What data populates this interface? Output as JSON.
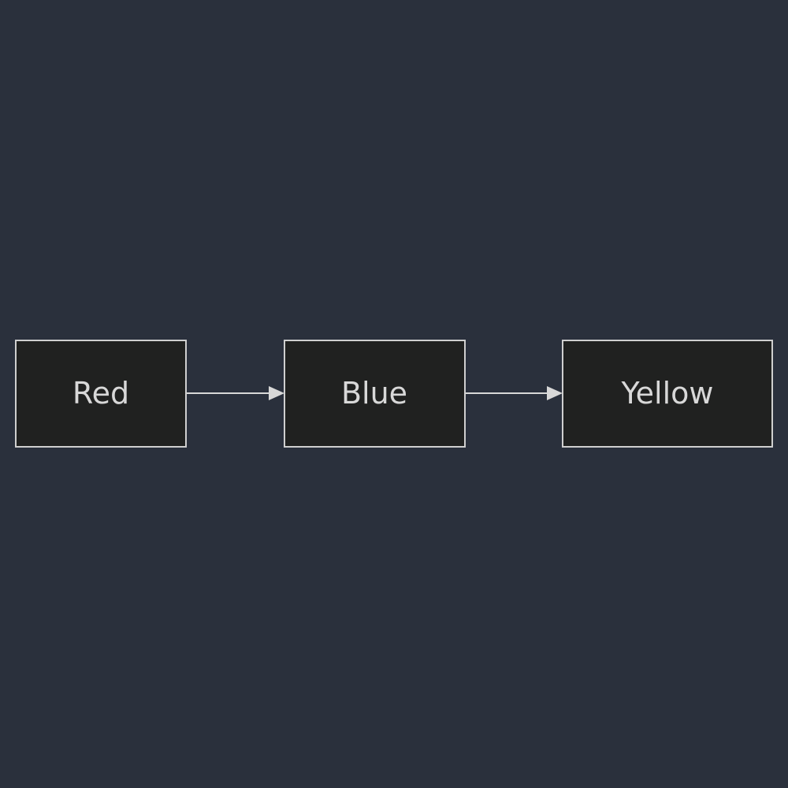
{
  "colors": {
    "background": "#2a303c",
    "node_fill": "#202120",
    "node_stroke": "#cfcfcf",
    "text": "#d8d8d8",
    "edge": "#d8d8d8"
  },
  "diagram": {
    "nodes": [
      {
        "id": "red",
        "label": "Red"
      },
      {
        "id": "blue",
        "label": "Blue"
      },
      {
        "id": "yellow",
        "label": "Yellow"
      }
    ],
    "edges": [
      {
        "from": "red",
        "to": "blue"
      },
      {
        "from": "blue",
        "to": "yellow"
      }
    ]
  }
}
